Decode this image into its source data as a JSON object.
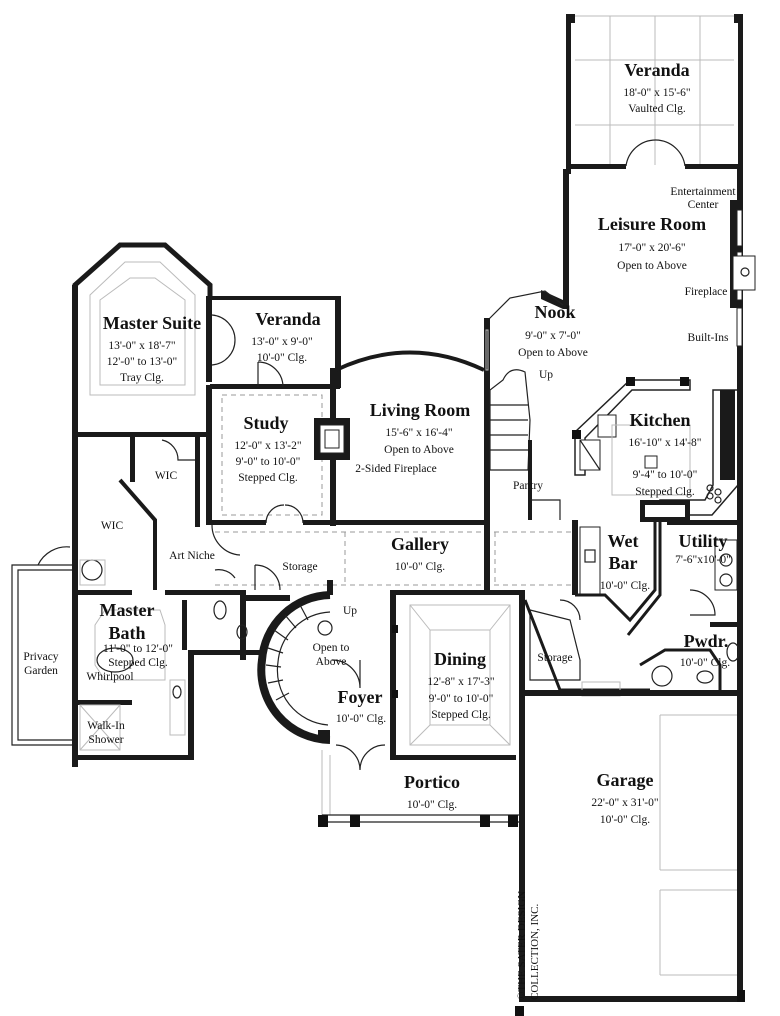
{
  "rooms": {
    "veranda_rear": {
      "name": "Veranda",
      "dims": "18'-0\" x 15'-6\"",
      "note": "Vaulted Clg."
    },
    "leisure": {
      "name": "Leisure Room",
      "dims": "17'-0\" x 20'-6\"",
      "note": "Open to Above"
    },
    "master_suite": {
      "name": "Master Suite",
      "dims": "13'-0\" x 18'-7\"",
      "note1": "12'-0\" to 13'-0\"",
      "note2": "Tray Clg."
    },
    "veranda_side": {
      "name": "Veranda",
      "dims": "13'-0\" x 9'-0\"",
      "note": "10'-0\" Clg."
    },
    "nook": {
      "name": "Nook",
      "dims": "9'-0\" x 7'-0\"",
      "note": "Open to Above"
    },
    "living": {
      "name": "Living Room",
      "dims": "15'-6\" x 16'-4\"",
      "note": "Open to Above"
    },
    "study": {
      "name": "Study",
      "dims": "12'-0\" x 13'-2\"",
      "note1": "9'-0\" to 10'-0\"",
      "note2": "Stepped Clg."
    },
    "kitchen": {
      "name": "Kitchen",
      "dims": "16'-10\" x 14'-8\"",
      "note1": "9'-4\" to 10'-0\"",
      "note2": "Stepped Clg."
    },
    "gallery": {
      "name": "Gallery",
      "note": "10'-0\" Clg."
    },
    "wet_bar": {
      "line1": "Wet",
      "line2": "Bar",
      "note": "10'-0\" Clg."
    },
    "utility": {
      "name": "Utility",
      "dims": "7'-6\"x10'-0\""
    },
    "master_bath": {
      "line1": "Master",
      "line2": "Bath",
      "note1": "11'-0\" to 12'-0\"",
      "note2": "Stepped Clg."
    },
    "dining": {
      "name": "Dining",
      "dims": "12'-8\" x 17'-3\"",
      "note1": "9'-0\" to 10'-0\"",
      "note2": "Stepped Clg."
    },
    "pwdr": {
      "name": "Pwdr.",
      "note": "10'-0\" Clg."
    },
    "foyer": {
      "name": "Foyer",
      "note": "10'-0\" Clg."
    },
    "portico": {
      "name": "Portico",
      "note": "10'-0\" Clg."
    },
    "garage": {
      "name": "Garage",
      "dims": "22'-0\" x 31'-0\"",
      "note": "10'-0\" Clg."
    }
  },
  "annotations": {
    "entertainment1": "Entertainment",
    "entertainment2": "Center",
    "fireplace": "Fireplace",
    "built_ins": "Built-Ins",
    "up_nook": "Up",
    "pantry": "Pantry",
    "two_sided_fireplace": "2-Sided Fireplace",
    "wic_left": "WIC",
    "wic_right": "WIC",
    "art_niche": "Art Niche",
    "storage_left": "Storage",
    "storage_right": "Storage",
    "up_foyer": "Up",
    "open_above1": "Open to",
    "open_above2": "Above",
    "privacy1": "Privacy",
    "privacy2": "Garden",
    "whirlpool": "Whirlpool",
    "walkin1": "Walk-In",
    "walkin2": "Shower"
  },
  "copyright": {
    "line1": "©THE SATER DESIGN",
    "line2": "COLLECTION, INC."
  }
}
